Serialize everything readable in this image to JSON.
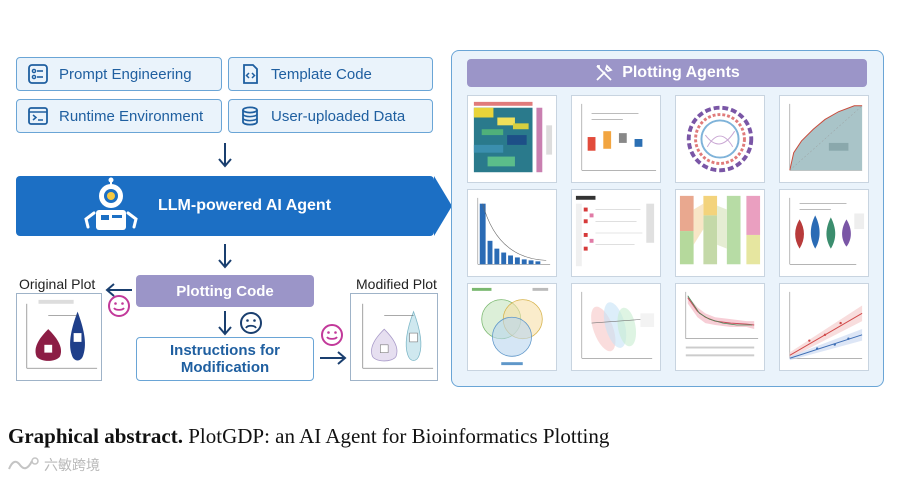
{
  "inputs": {
    "prompt_engineering": "Prompt Engineering",
    "template_code": "Template Code",
    "runtime_environment": "Runtime Environment",
    "user_uploaded_data": "User-uploaded Data"
  },
  "agent": {
    "label": "LLM-powered AI Agent"
  },
  "plotting_code": "Plotting Code",
  "instructions": {
    "line1": "Instructions for",
    "line2": "Modification"
  },
  "original_plot": "Original Plot",
  "modified_plot": "Modified Plot",
  "panel": {
    "title": "Plotting Agents"
  },
  "caption": {
    "bold": "Graphical abstract.",
    "rest": " PlotGDP: an AI Agent for Bioinformatics Plotting"
  },
  "watermark": "六敏跨境",
  "colors": {
    "agent": "#1c6fc4",
    "code": "#9b95c8",
    "border": "#6aa5d6",
    "fill": "#eaf3fb"
  },
  "icons": [
    "list-icon",
    "code-file-icon",
    "terminal-icon",
    "database-icon",
    "robot-icon",
    "happy-face-icon",
    "sad-face-icon",
    "tools-icon"
  ]
}
